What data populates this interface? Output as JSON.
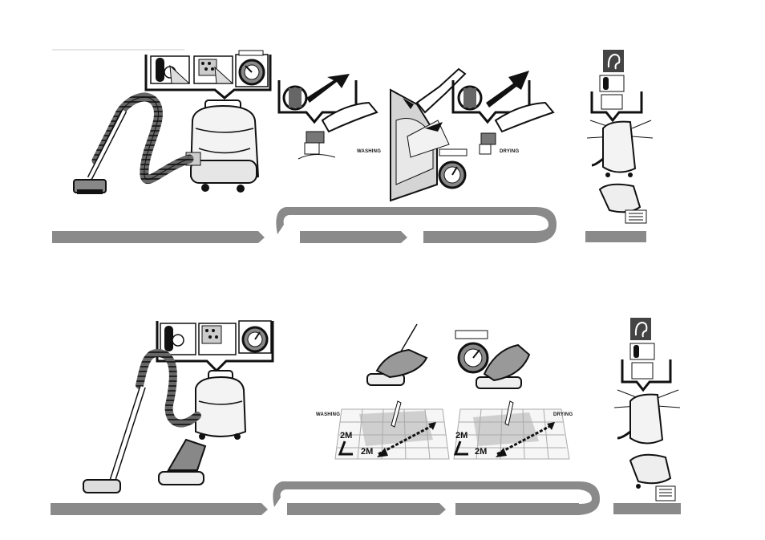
{
  "figure": {
    "colors": {
      "flow_bar": "#8a8a8a",
      "ink": "#111111",
      "tile": "#dcdcdc"
    },
    "icons": [
      "vacuum-cleaner-icon",
      "switch-icon",
      "detergent-icon",
      "suction-dial-icon",
      "ear-icon",
      "spray-nozzle-icon",
      "sofa-icon",
      "foot-pedal-icon",
      "floor-brush-icon",
      "water-tank-icon"
    ],
    "top_row": {
      "washing_label": "WASHING",
      "drying_label": "DRYING"
    },
    "bottom_row": {
      "washing_label": "WASHING",
      "drying_label": "DRYING",
      "distance_a": "2M",
      "distance_b": "2M",
      "distance_c": "2M",
      "distance_d": "2M"
    }
  }
}
